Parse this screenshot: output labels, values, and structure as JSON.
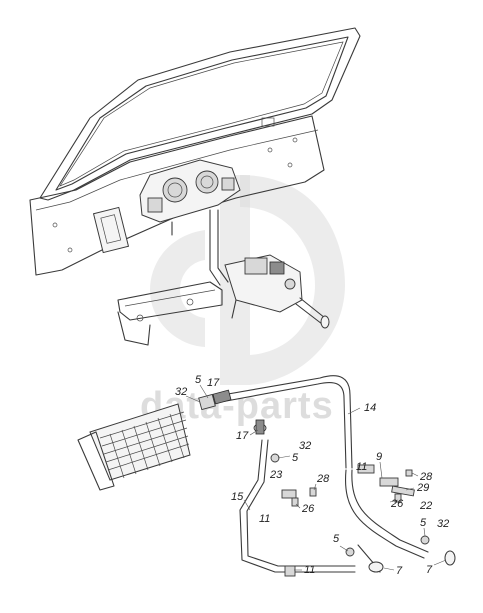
{
  "watermark": {
    "text": "data-parts"
  },
  "callouts": {
    "c5a": "5",
    "c17a": "17",
    "c32a": "32",
    "c14": "14",
    "c17b": "17",
    "c32b": "32",
    "c5b": "5",
    "c23": "23",
    "c28a": "28",
    "c15": "15",
    "c11a": "11",
    "c26a": "26",
    "c11b": "11",
    "c9": "9",
    "c28b": "28",
    "c29": "29",
    "c26b": "26",
    "c22": "22",
    "c5c": "5",
    "c32c": "32",
    "c5d": "5",
    "c11c": "11",
    "c7a": "7",
    "c7b": "7"
  },
  "colors": {
    "line": "#3a3a3a",
    "watermark": "#d0d0d0"
  }
}
